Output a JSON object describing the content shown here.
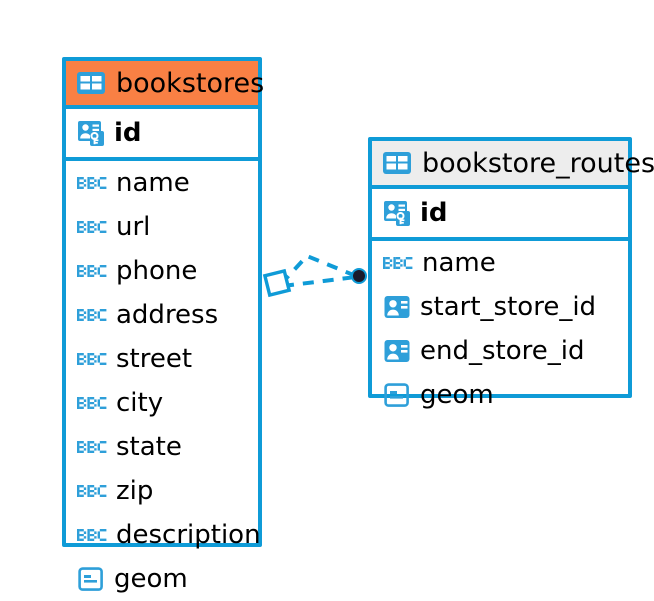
{
  "diagram": {
    "type": "entity-relationship-diagram",
    "background": "#ffffff",
    "accent_blue": "#0f9bd7",
    "accent_orange": "#f98044",
    "accent_gray": "#ededed"
  },
  "entities": [
    {
      "name": "bookstores",
      "header_color": "#f98044",
      "header_icon": "table-icon",
      "primary_key": {
        "label": "id",
        "icon": "primary-key-icon",
        "bold": true
      },
      "fields": [
        {
          "label": "name",
          "icon": "text-abc-icon"
        },
        {
          "label": "url",
          "icon": "text-abc-icon"
        },
        {
          "label": "phone",
          "icon": "text-abc-icon"
        },
        {
          "label": "address",
          "icon": "text-abc-icon"
        },
        {
          "label": "street",
          "icon": "text-abc-icon"
        },
        {
          "label": "city",
          "icon": "text-abc-icon"
        },
        {
          "label": "state",
          "icon": "text-abc-icon"
        },
        {
          "label": "zip",
          "icon": "text-abc-icon"
        },
        {
          "label": "description",
          "icon": "text-abc-icon"
        },
        {
          "label": "geom",
          "icon": "geometry-icon"
        }
      ]
    },
    {
      "name": "bookstore_routes",
      "header_color": "#ededed",
      "header_icon": "table-icon",
      "primary_key": {
        "label": "id",
        "icon": "primary-key-icon",
        "bold": true
      },
      "fields": [
        {
          "label": "name",
          "icon": "text-abc-icon"
        },
        {
          "label": "start_store_id",
          "icon": "foreign-key-icon"
        },
        {
          "label": "end_store_id",
          "icon": "foreign-key-icon"
        },
        {
          "label": "geom",
          "icon": "geometry-icon"
        }
      ]
    }
  ],
  "relationship": {
    "from_entity": "bookstores",
    "to_entity": "bookstore_routes",
    "line_style": "dashed",
    "line_color": "#0f9bd7",
    "source_marker": "diamond-outline",
    "target_marker": "filled-circle"
  }
}
